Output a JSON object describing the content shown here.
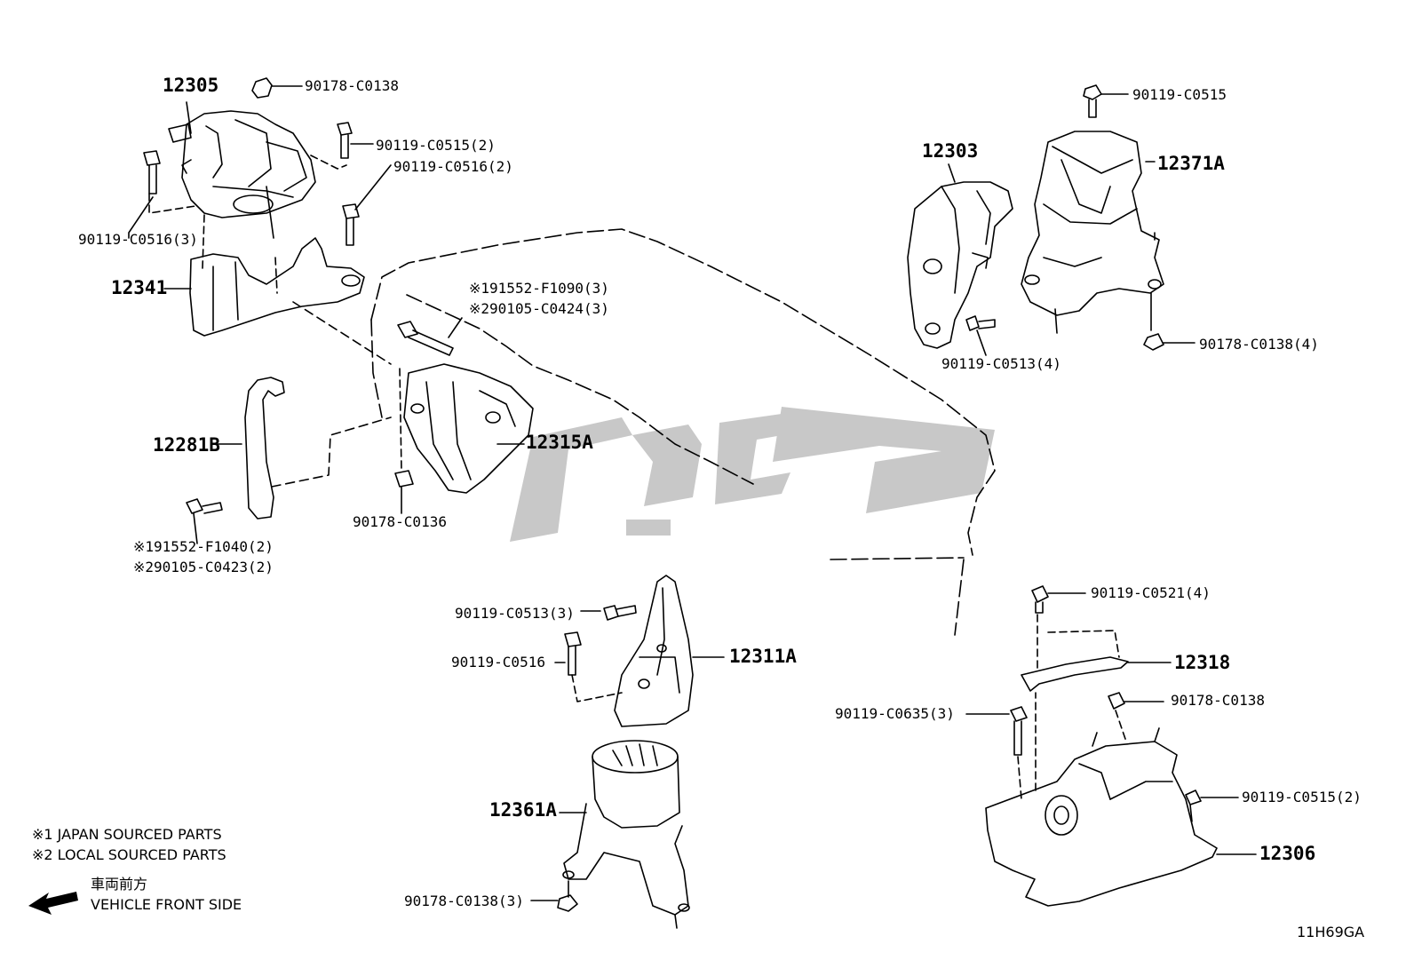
{
  "labels": {
    "p12305": "12305",
    "p90178_c0138_a": "90178-C0138",
    "p90119_c0515_2a": "90119-C0515(2)",
    "p90119_c0516_2": "90119-C0516(2)",
    "p90119_c0516_3": "90119-C0516(3)",
    "p12341": "12341",
    "p12281b": "12281B",
    "p91552_f1040": "※191552-F1040(2)",
    "p90105_c0423": "※290105-C0423(2)",
    "p91552_f1090": "※191552-F1090(3)",
    "p90105_c0424": "※290105-C0424(3)",
    "p12315a": "12315A",
    "p90178_c0136": "90178-C0136",
    "p12303": "12303",
    "p90119_c0515_b": "90119-C0515",
    "p12371a": "12371A",
    "p90119_c0513_4": "90119-C0513(4)",
    "p90178_c0138_4": "90178-C0138(4)",
    "p90119_c0513_3": "90119-C0513(3)",
    "p90119_c0516_b": "90119-C0516",
    "p12311a": "12311A",
    "p12361a": "12361A",
    "p90178_c0138_3": "90178-C0138(3)",
    "p90119_c0521_4": "90119-C0521(4)",
    "p12318": "12318",
    "p90178_c0138_c": "90178-C0138",
    "p90119_c0635_3": "90119-C0635(3)",
    "p90119_c0515_2b": "90119-C0515(2)",
    "p12306": "12306"
  },
  "notes": {
    "japan_sourced": "※1 JAPAN SOURCED PARTS",
    "local_sourced": "※2 LOCAL SOURCED PARTS",
    "front_jp": "車両前方",
    "front_en": "VEHICLE FRONT SIDE",
    "diagram_code": "11H69GA"
  },
  "icons": {
    "front_arrow": "arrow-left-icon",
    "watermark": "watermark-logo"
  },
  "colors": {
    "line": "#000000",
    "watermark": "#c8c8c8"
  }
}
